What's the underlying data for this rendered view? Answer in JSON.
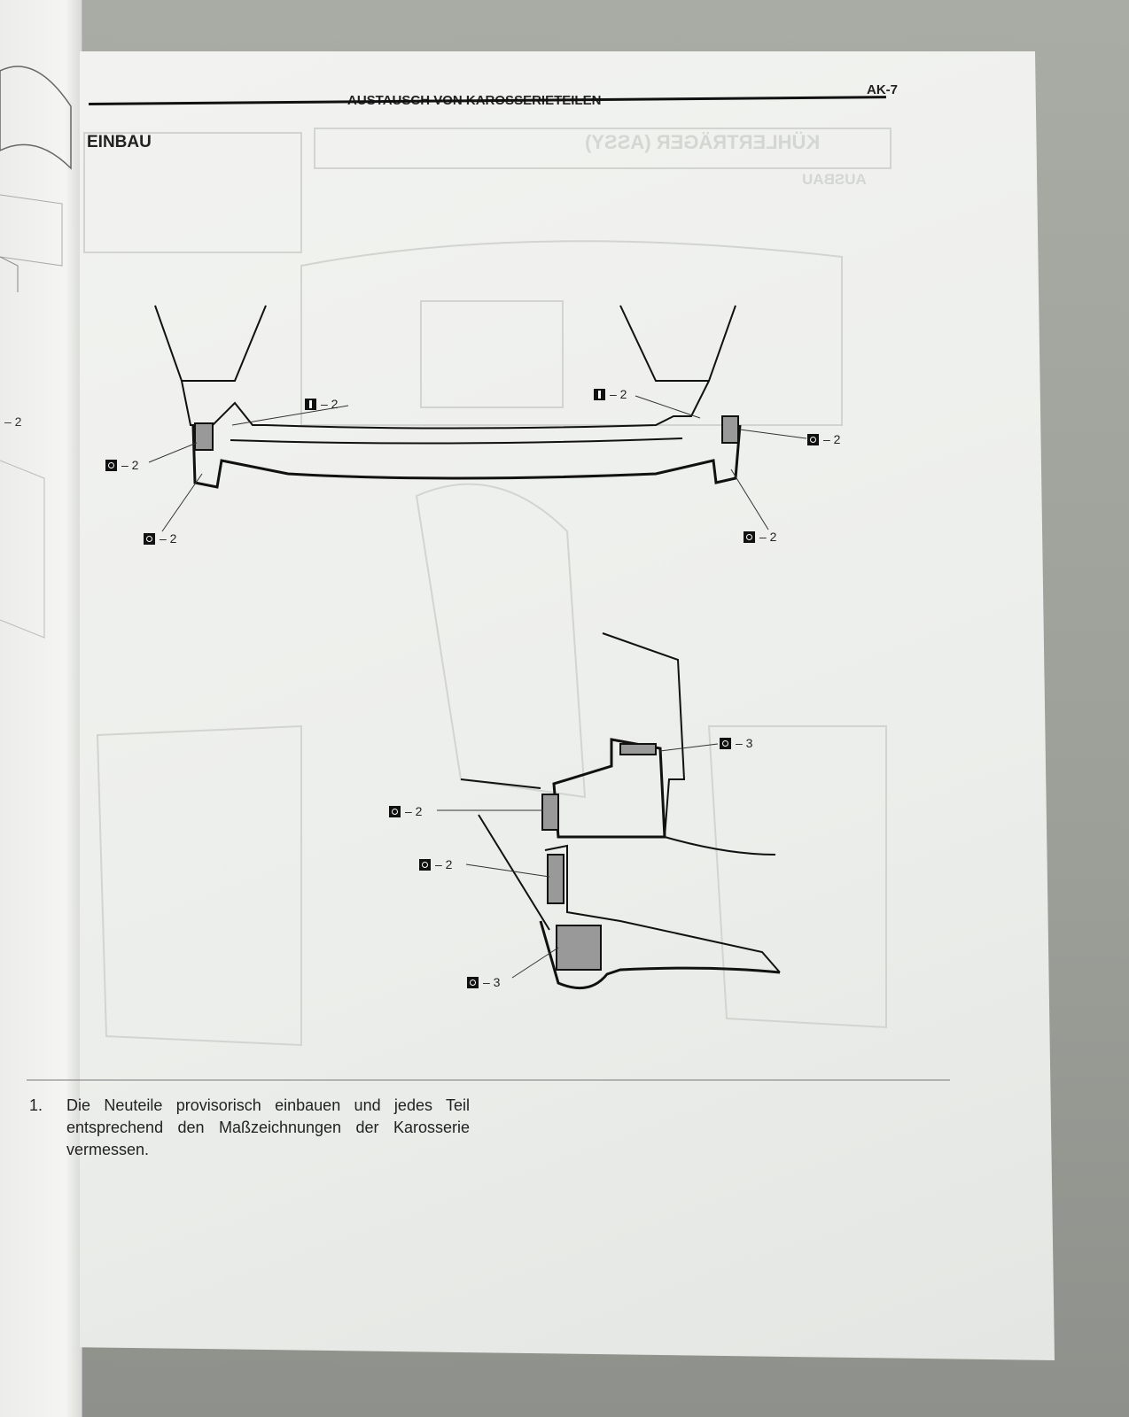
{
  "header": {
    "title": "AUSTAUSCH VON KAROSSERIETEILEN",
    "page_number": "AK-7"
  },
  "section_title": "EINBAU",
  "bleed_through": {
    "title": "KÜHLERTRÄGER (ASSY)",
    "subtitle": "AUSBAU"
  },
  "left_page_margin_label": "– 2",
  "callouts": [
    {
      "symbol": "spot-weld-i",
      "text": "– 2"
    },
    {
      "symbol": "spot-weld-i",
      "text": "– 2"
    },
    {
      "symbol": "spot-weld-o",
      "text": "– 2"
    },
    {
      "symbol": "spot-weld-o",
      "text": "– 2"
    },
    {
      "symbol": "spot-weld-o",
      "text": "– 2"
    },
    {
      "symbol": "spot-weld-o",
      "text": "– 2"
    },
    {
      "symbol": "spot-weld-o",
      "text": "– 3"
    },
    {
      "symbol": "spot-weld-o",
      "text": "– 2"
    },
    {
      "symbol": "spot-weld-o",
      "text": "– 2"
    },
    {
      "symbol": "spot-weld-o",
      "text": "– 3"
    }
  ],
  "steps": [
    {
      "number": "1.",
      "text": "Die Neuteile provisorisch einbauen und jedes Teil entsprechend den Maßzeichnungen der Karosserie vermessen."
    }
  ]
}
